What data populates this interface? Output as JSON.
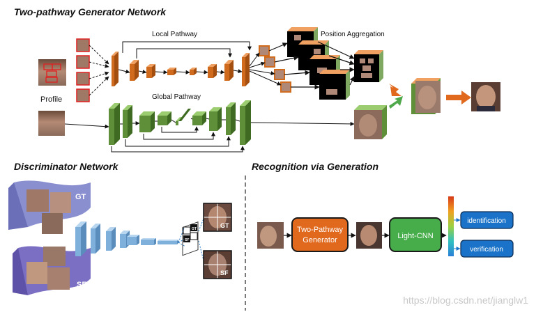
{
  "sections": {
    "generator": "Two-pathway Generator Network",
    "discriminator": "Discriminator Network",
    "recognition": "Recognition via Generation"
  },
  "generator": {
    "local_pathway": "Local Pathway",
    "global_pathway": "Global Pathway",
    "position_aggregation": "Position Aggregation",
    "profile_label": "Profile"
  },
  "discriminator": {
    "gt_label": "GT",
    "sf_label": "SF",
    "cell_gt": "GT",
    "cell_sf": "SF"
  },
  "recognition": {
    "generator_box": "Two-Pathway\nGenerator",
    "cnn_box": "Light-CNN",
    "identification": "identification",
    "verification": "verification"
  },
  "watermark": "https://blog.csdn.net/jianglw1",
  "colors": {
    "local_block": "#d06a1c",
    "global_block": "#5f8f38",
    "disc_block": "#7fb0dc",
    "generator_box": "#e0691d",
    "cnn_box": "#46ad4a",
    "output_box": "#1a73c8",
    "gt_blob": "#8a8fd0",
    "sf_blob": "#7b6fc4"
  }
}
